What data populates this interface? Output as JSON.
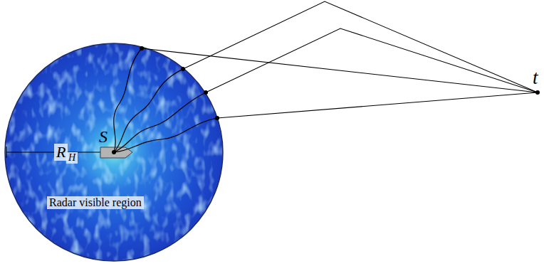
{
  "diagram": {
    "labels": [
      "S",
      "R",
      "H",
      "Radar visible region",
      "t"
    ]
  }
}
